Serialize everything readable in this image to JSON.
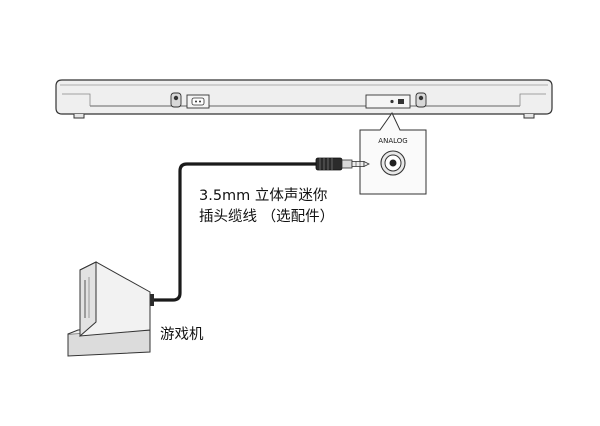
{
  "callout": {
    "port_label": "ANALOG"
  },
  "cable": {
    "line1": "3.5mm 立体声迷你",
    "line2": "插头缆线 （选配件）"
  },
  "device": {
    "label": "游戏机"
  }
}
